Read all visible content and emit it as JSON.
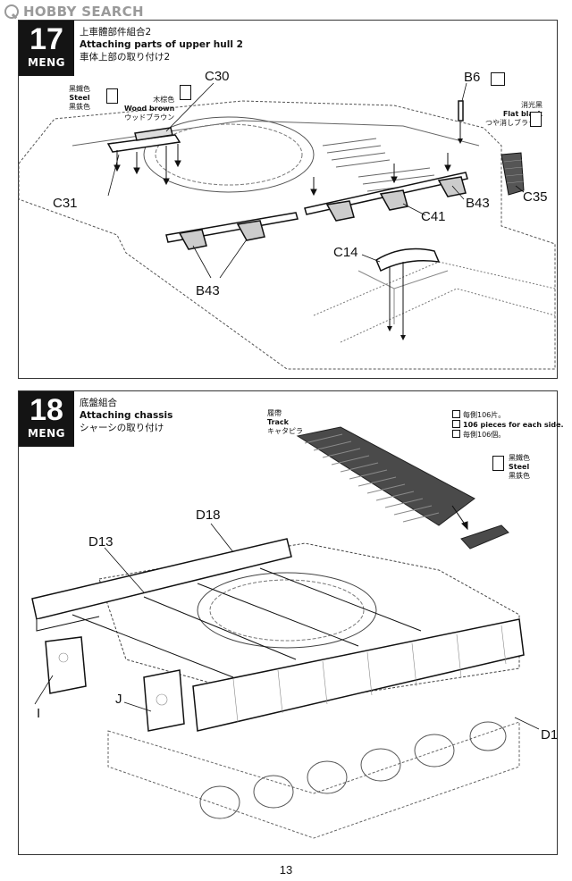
{
  "watermark": {
    "text": "HOBBY SEARCH"
  },
  "step17": {
    "number": "17",
    "brand": "MENG",
    "title_zh": "上車體部件組合2",
    "title_en": "Attaching parts of upper hull 2",
    "title_ja": "車体上部の取り付け2",
    "paints": [
      {
        "zh": "黑鐵色",
        "en": "Steel",
        "ja": "黒鉄色"
      },
      {
        "zh": "木棕色",
        "en": "Wood brown",
        "ja": "ウッドブラウン"
      },
      {
        "zh": "消光黑",
        "en": "Flat black",
        "ja": "つや消しブラック"
      }
    ],
    "parts": [
      "C30",
      "C31",
      "B6",
      "C35",
      "B43",
      "C41",
      "C14",
      "B43"
    ]
  },
  "step18": {
    "number": "18",
    "brand": "MENG",
    "title_zh": "底盤組合",
    "title_en": "Attaching chassis",
    "title_ja": "シャーシの取り付け",
    "track": {
      "zh": "履帶",
      "en": "Track",
      "ja": "キャタピラ"
    },
    "quantity": {
      "zh": "每側106片。",
      "en": "106 pieces for each side.",
      "ja": "毎側106個。"
    },
    "paint": {
      "zh": "黑鐵色",
      "en": "Steel",
      "ja": "黒鉄色"
    },
    "parts": [
      "D18",
      "D13",
      "I",
      "J",
      "D1"
    ]
  },
  "page_number": "13"
}
